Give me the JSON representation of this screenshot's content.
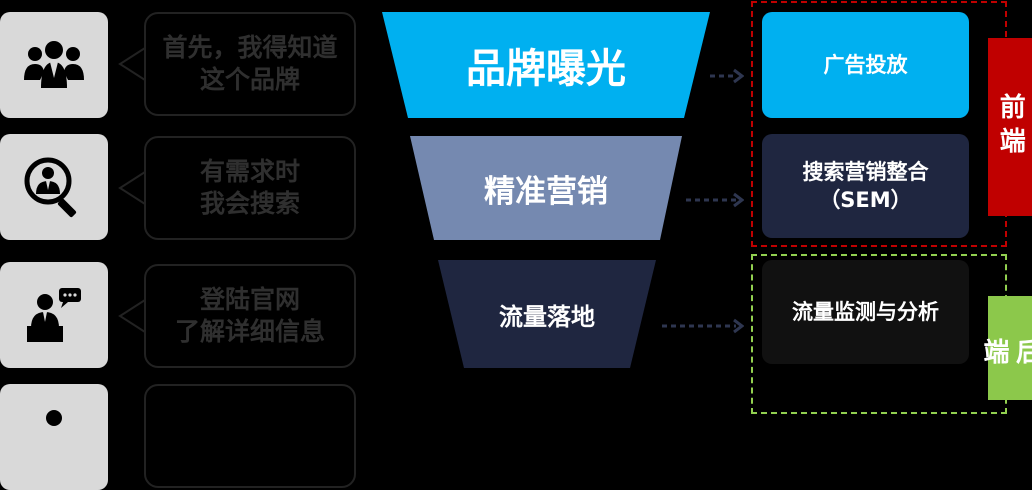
{
  "steps": [
    {
      "icon": "people-group-icon",
      "bubble_text": "首先，我得知道\n这个品牌",
      "funnel_label": "品牌曝光",
      "action": "广告投放"
    },
    {
      "icon": "search-person-icon",
      "bubble_text": "有需求时\n我会搜索",
      "funnel_label": "精准营销",
      "action": "搜索营销整合\n（SEM）"
    },
    {
      "icon": "person-chat-icon",
      "bubble_text": "登陆官网\n了解详细信息",
      "funnel_label": "流量落地",
      "action": "流量监测与分析"
    },
    {
      "icon": "person-icon",
      "bubble_text": ""
    }
  ],
  "groups": {
    "front": {
      "label": "前端",
      "border_color": "#c00000",
      "tag_color": "#c00000"
    },
    "back": {
      "label": "后端",
      "border_color": "#92d050",
      "tag_color": "#8cc84b"
    }
  },
  "colors": {
    "funnel_tier_1": "#00b0f0",
    "funnel_tier_2": "#7589b0",
    "funnel_tier_3": "#1f2640",
    "action_1": "#00b0f0",
    "action_2": "#1f2640",
    "action_3": "#111111"
  }
}
